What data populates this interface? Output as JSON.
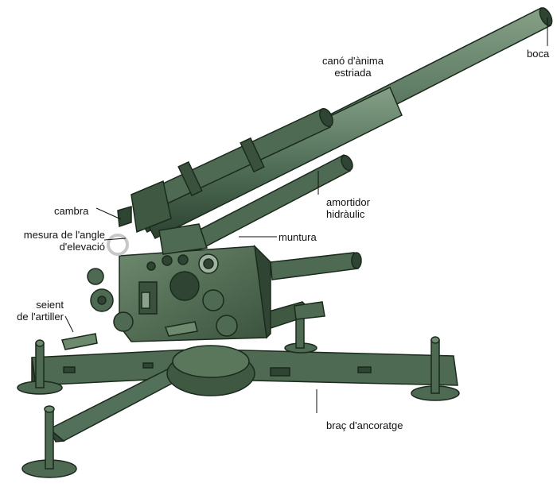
{
  "labels": {
    "barrel": "canó d'ànima\nestriada",
    "muzzle": "boca",
    "recoil": "amortidor\nhidràulic",
    "breech": "cambra",
    "elevation_gauge": "mesura de l'angle\nd'elevació",
    "mount": "muntura",
    "seat": "seient\nde l'artiller",
    "outrigger": "braç d'ancoratge"
  },
  "colors": {
    "body": "#4f6a52",
    "body_dark": "#2f4432",
    "body_light": "#718c72",
    "outline": "#1a2a1c",
    "background": "#ffffff"
  }
}
